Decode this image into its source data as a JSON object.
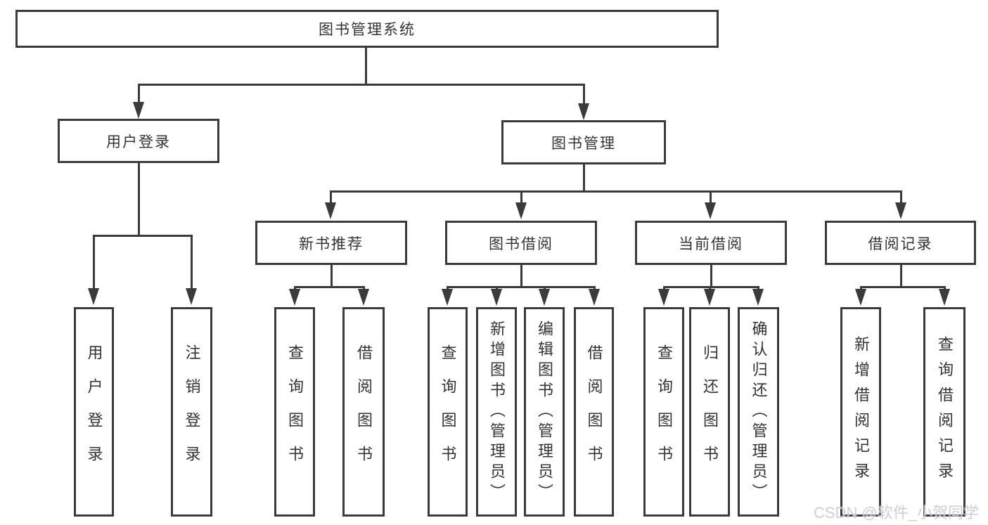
{
  "tree": {
    "label": "图书管理系统",
    "children": [
      {
        "label": "用户登录",
        "children": [
          {
            "label": "用户登录"
          },
          {
            "label": "注销登录"
          }
        ]
      },
      {
        "label": "图书管理",
        "children": [
          {
            "label": "新书推荐",
            "children": [
              {
                "label": "查询图书"
              },
              {
                "label": "借阅图书"
              }
            ]
          },
          {
            "label": "图书借阅",
            "children": [
              {
                "label": "查询图书"
              },
              {
                "label": "新增图书（管理员）"
              },
              {
                "label": "编辑图书（管理员）"
              },
              {
                "label": "借阅图书"
              }
            ]
          },
          {
            "label": "当前借阅",
            "children": [
              {
                "label": "查询图书"
              },
              {
                "label": "归还图书"
              },
              {
                "label": "确认归还（管理员）"
              }
            ]
          },
          {
            "label": "借阅记录",
            "children": [
              {
                "label": "新增借阅记录"
              },
              {
                "label": "查询借阅记录"
              }
            ]
          }
        ]
      }
    ]
  },
  "watermark": "CSDN @软件_小贺同学",
  "colors": {
    "line": "#3b3b3b",
    "text": "#333333",
    "background": "#ffffff",
    "watermark": "#c6c6d0"
  }
}
